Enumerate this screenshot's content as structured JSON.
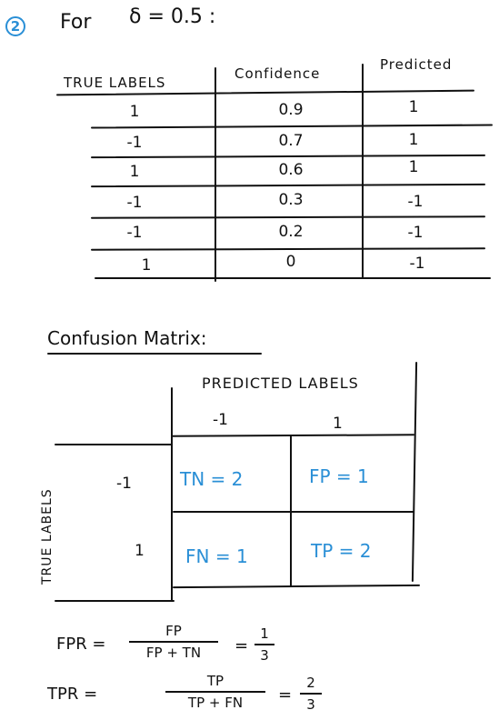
{
  "problem": {
    "number": "2",
    "heading": "For",
    "threshold_expr": "δ = 0.5 :"
  },
  "table": {
    "headers": [
      "TRUE LABELS",
      "Confidence",
      "Predicted"
    ],
    "rows": [
      [
        "1",
        "0.9",
        "1"
      ],
      [
        "-1",
        "0.7",
        "1"
      ],
      [
        "1",
        "0.6",
        "1"
      ],
      [
        "-1",
        "0.3",
        "-1"
      ],
      [
        "-1",
        "0.2",
        "-1"
      ],
      [
        "1",
        "0",
        "-1"
      ]
    ]
  },
  "confusion": {
    "title": "Confusion Matrix:",
    "col_header": "PREDICTED LABELS",
    "row_header": "TRUE LABELS",
    "col_labels": [
      "-1",
      "1"
    ],
    "row_labels": [
      "-1",
      "1"
    ],
    "cells": {
      "tn": "TN = 2",
      "fp": "FP = 1",
      "fn": "FN = 1",
      "tp": "TP = 2"
    }
  },
  "formulas": {
    "fpr": {
      "lhs": "FPR =",
      "num": "FP",
      "den": "FP + TN",
      "eq": "=",
      "rnum": "1",
      "rden": "3"
    },
    "tpr": {
      "lhs": "TPR =",
      "num": "TP",
      "den": "TP + FN",
      "eq": "=",
      "rnum": "2",
      "rden": "3"
    }
  },
  "colors": {
    "ink": "#111111",
    "accent": "#2a8fd6"
  }
}
